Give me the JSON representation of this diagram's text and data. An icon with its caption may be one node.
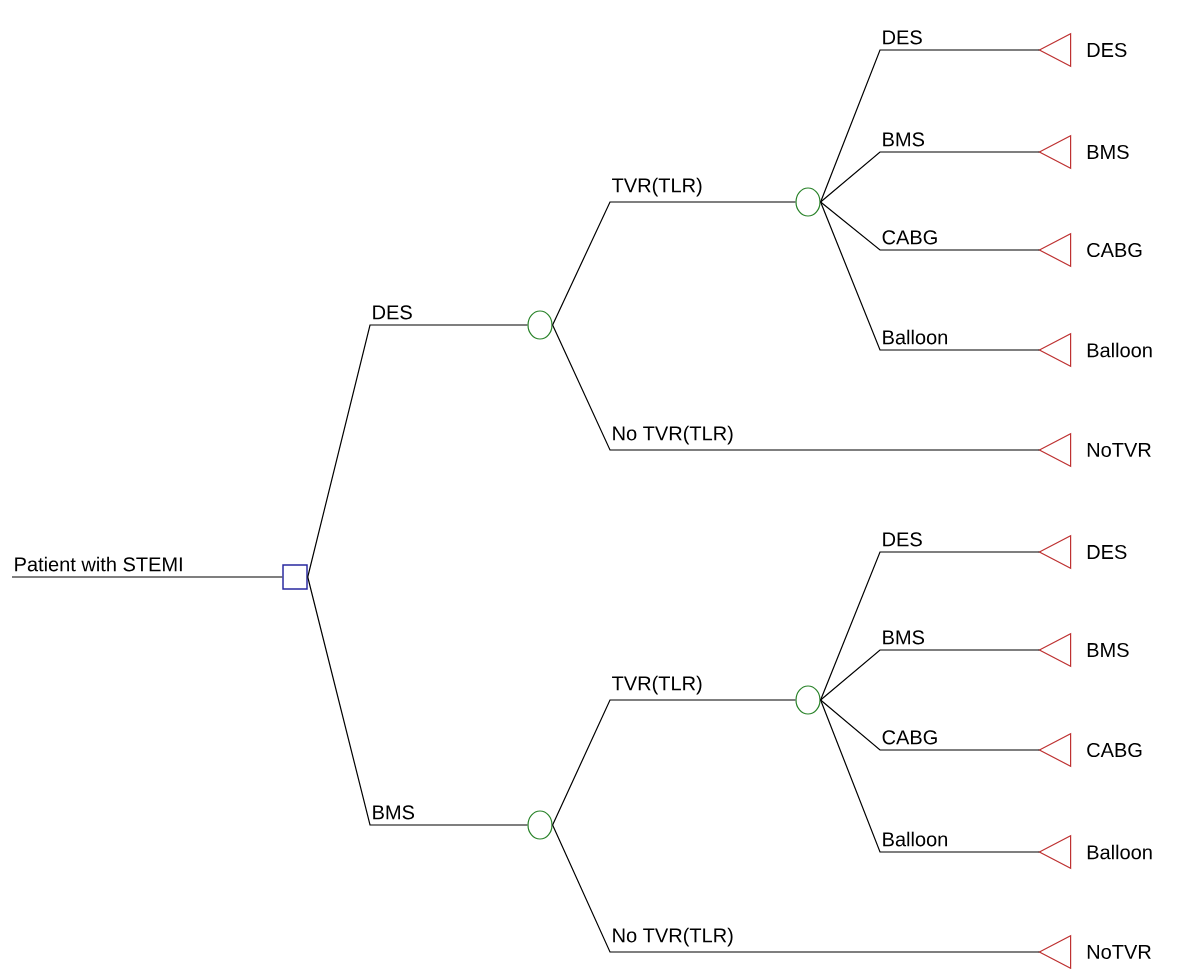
{
  "diagram": {
    "nodes": [
      {
        "text": [],
        "shape": "box"
      },
      {
        "text": [],
        "shape": "circle"
      },
      {
        "text": [],
        "shape": "circle"
      },
      {
        "text": [
          "DES"
        ]
      },
      {
        "text": [
          "BMS"
        ]
      },
      {
        "text": [
          "CABG"
        ]
      },
      {
        "text": [
          "Balloon"
        ]
      },
      {
        "text": [
          "NoTVR"
        ]
      },
      {
        "text": [],
        "shape": "circle"
      },
      {
        "text": [],
        "shape": "circle"
      },
      {
        "text": [
          "DES"
        ]
      },
      {
        "text": [
          "BMS"
        ]
      },
      {
        "text": [
          "CABG"
        ]
      },
      {
        "text": [
          "Balloon"
        ]
      },
      {
        "text": [
          "NoTVR"
        ]
      }
    ],
    "edges": [
      {
        "from": null,
        "to": 0,
        "arrow": "none",
        "label": "Patient with STEMI"
      },
      {
        "from": 0,
        "to": 1,
        "arrow": "none",
        "label": "DES"
      },
      {
        "from": 1,
        "to": 2,
        "arrow": "none",
        "label": "TVR(TLR)"
      },
      {
        "from": 2,
        "to": 3,
        "arrow": "none",
        "label": "DES"
      },
      {
        "from": 2,
        "to": 4,
        "arrow": "none",
        "label": "BMS"
      },
      {
        "from": 2,
        "to": 5,
        "arrow": "none",
        "label": "CABG"
      },
      {
        "from": 2,
        "to": 6,
        "arrow": "none",
        "label": "Balloon"
      },
      {
        "from": 1,
        "to": 7,
        "arrow": "none",
        "label": "No TVR(TLR)"
      },
      {
        "from": 0,
        "to": 8,
        "arrow": "none",
        "label": "BMS"
      },
      {
        "from": 8,
        "to": 9,
        "arrow": "none",
        "label": "TVR(TLR)"
      },
      {
        "from": 9,
        "to": 10,
        "arrow": "none",
        "label": "DES"
      },
      {
        "from": 9,
        "to": 11,
        "arrow": "none",
        "label": "BMS"
      },
      {
        "from": 9,
        "to": 12,
        "arrow": "none",
        "label": "CABG"
      },
      {
        "from": 9,
        "to": 13,
        "arrow": "none",
        "label": "Balloon"
      },
      {
        "from": 8,
        "to": 14,
        "arrow": "none",
        "label": "No TVR(TLR)"
      }
    ]
  }
}
